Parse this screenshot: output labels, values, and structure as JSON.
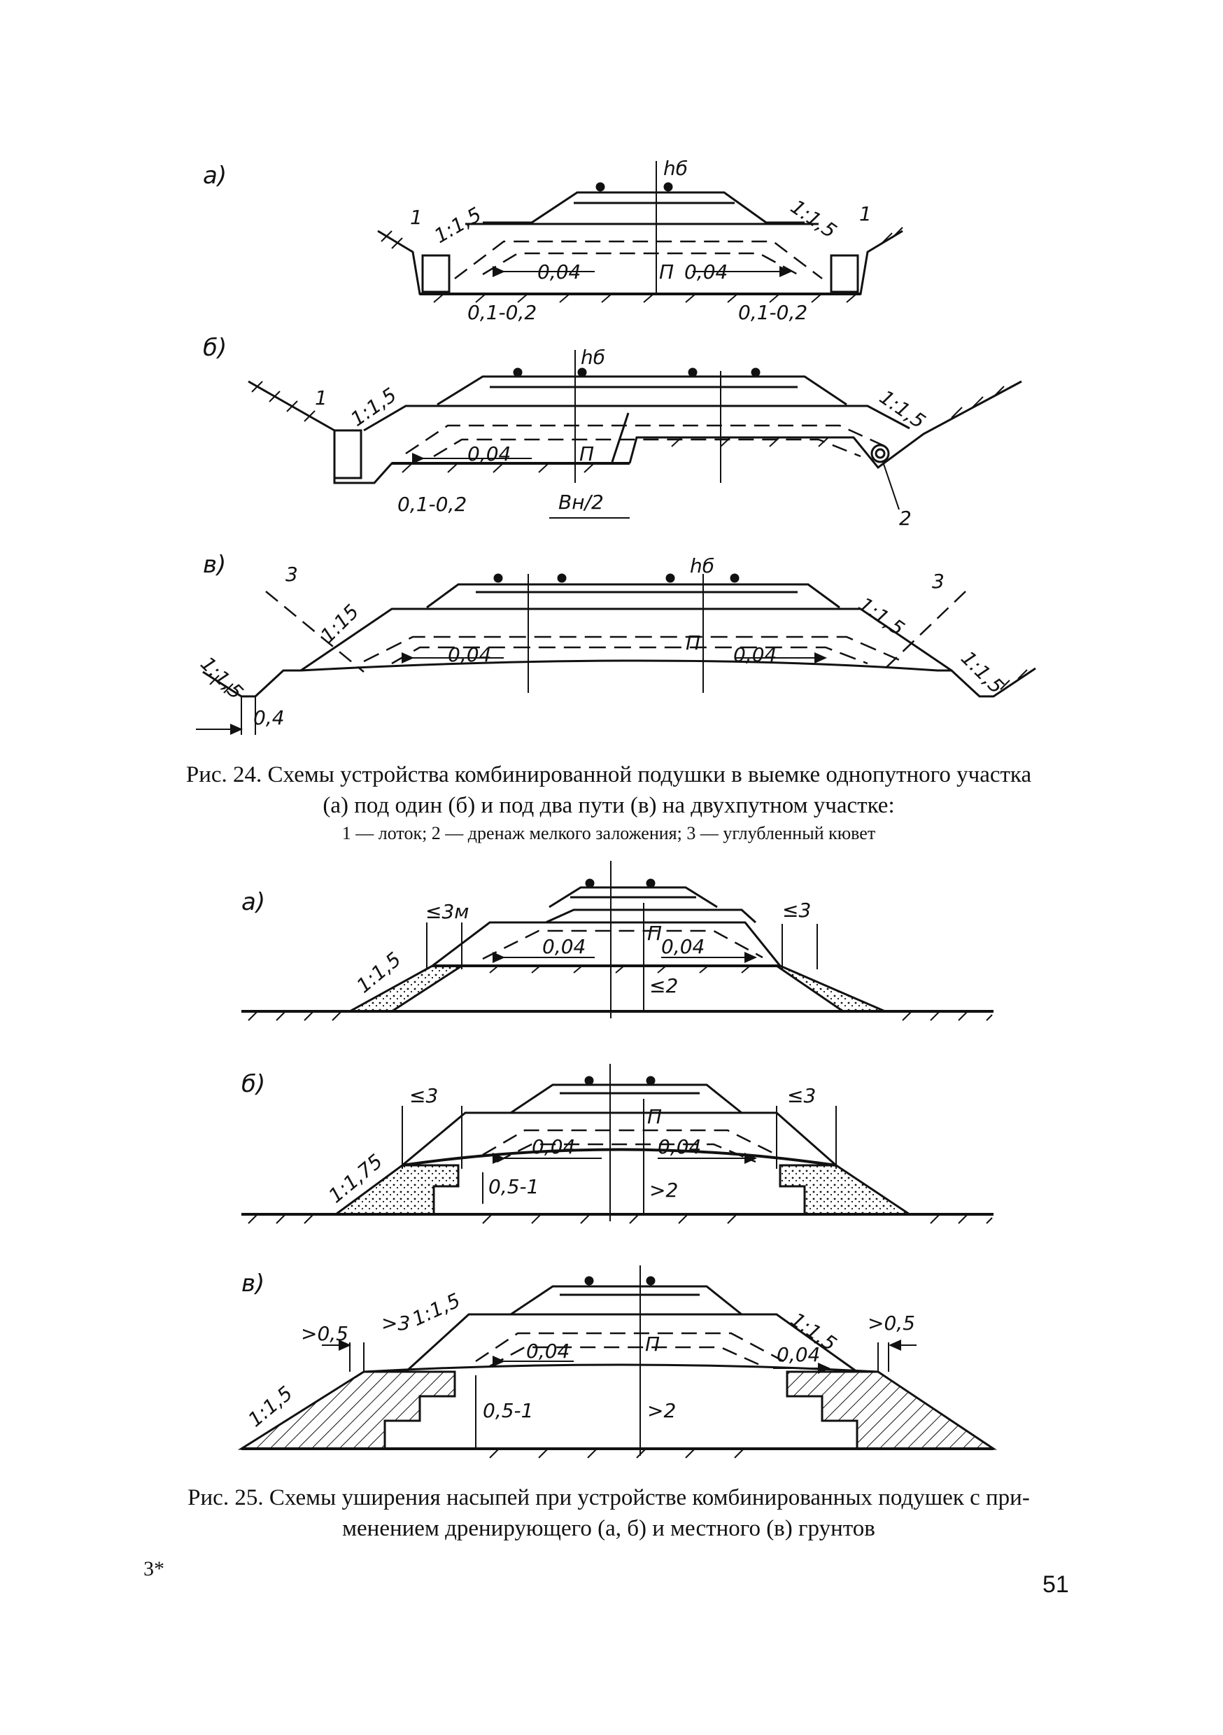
{
  "fig24": {
    "panels": [
      {
        "letter": "а)",
        "labels": [
          "hб",
          "1",
          "1:1,5",
          "1:1,5",
          "1",
          "0,04",
          "П",
          "0,04",
          "0,1-0,2",
          "0,1-0,2"
        ]
      },
      {
        "letter": "б)",
        "labels": [
          "hб",
          "1",
          "1:1,5",
          "1:1,5",
          "0,04",
          "П",
          "Вн/2",
          "0,1-0,2",
          "2"
        ]
      },
      {
        "letter": "в)",
        "labels": [
          "hб",
          "3",
          "1:15",
          "3",
          "1:1,5",
          "П",
          "0,04",
          "0,04",
          "1:1,5",
          "1:1,5",
          "0,4"
        ]
      }
    ],
    "caption_line1": "Рис. 24. Схемы устройства комбинированной подушки в выемке однопутного участка",
    "caption_line2": "(а) под один (б) и под два пути (в) на двухпутном участке:",
    "caption_line3": "1 — лоток; 2 — дренаж мелкого заложения; 3 — углубленный кювет"
  },
  "fig25": {
    "panels": [
      {
        "letter": "а)",
        "labels": [
          "≤3м",
          "≤3",
          "П",
          "0,04",
          "0,04",
          "1:1,5",
          "≤2"
        ]
      },
      {
        "letter": "б)",
        "labels": [
          "≤3",
          "≤3",
          "П",
          "0,04",
          "0,04",
          "1:1,75",
          "0,5-1",
          ">2"
        ]
      },
      {
        "letter": "в)",
        "labels": [
          ">0,5",
          ">3",
          "1:1,5",
          "1:1,5",
          ">0,5",
          "П",
          "0,04",
          "0,04",
          "1:1,5",
          "0,5-1",
          ">2"
        ]
      }
    ],
    "caption_line1": "Рис. 25. Схемы уширения насыпей при устройстве комбинированных подушек с при-",
    "caption_line2": "менением дренирующего (а, б) и местного (в) грунтов"
  },
  "footer": {
    "signature": "3*",
    "page_number": "51"
  }
}
